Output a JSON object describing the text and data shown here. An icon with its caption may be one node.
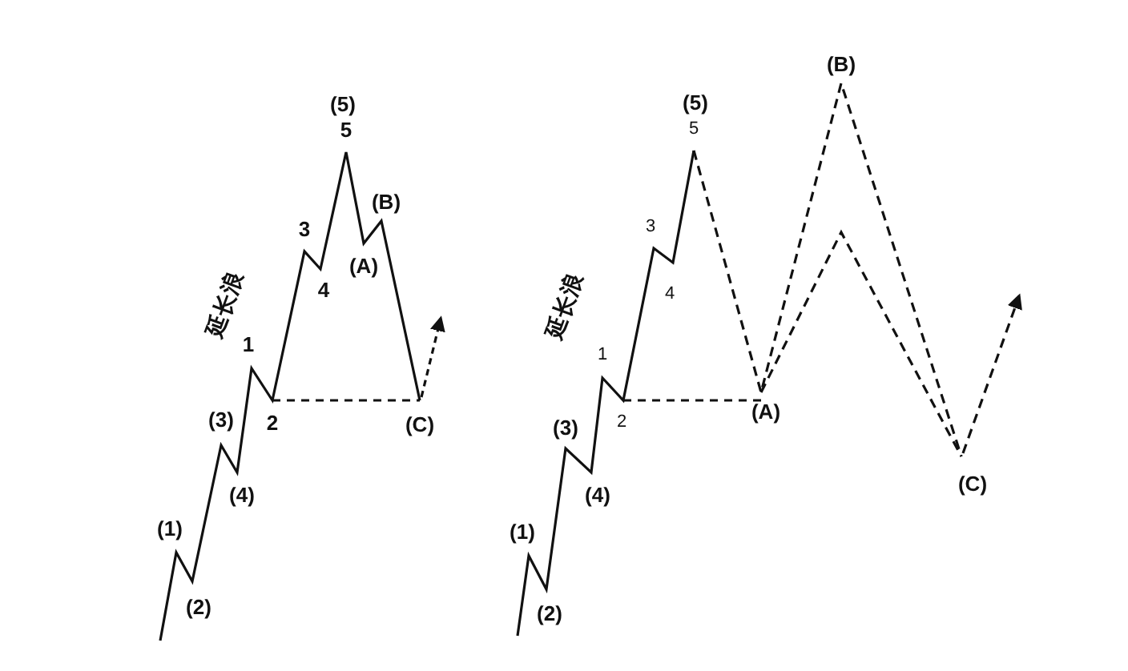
{
  "diagram": {
    "labels": [
      "(5)",
      "5",
      "(B)",
      "3",
      "(A)",
      "4",
      "延长浪",
      "1",
      "(3)",
      "2",
      "(C)",
      "(4)",
      "(1)",
      "(2)",
      "(B)",
      "(5)",
      "5",
      "3",
      "4",
      "延长浪",
      "1",
      "2",
      "(A)",
      "(3)",
      "(4)",
      "(C)",
      "(1)",
      "(2)"
    ]
  }
}
